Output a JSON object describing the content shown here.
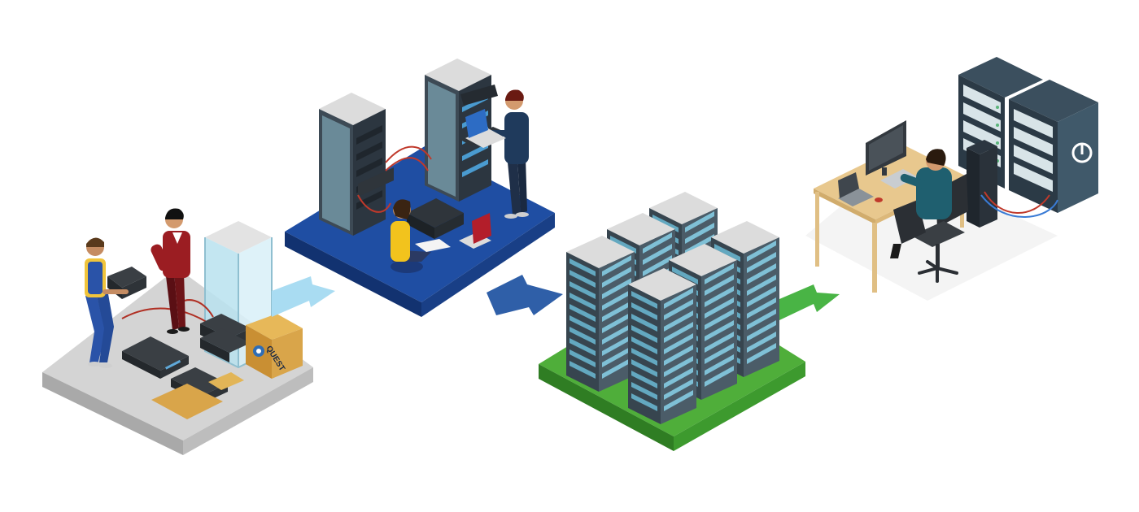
{
  "stages": [
    {
      "key": "unboxing",
      "platform_color": "#cfcfcf"
    },
    {
      "key": "racking",
      "platform_color": "#1f4ea3"
    },
    {
      "key": "deployment",
      "platform_color": "#4fae3a"
    },
    {
      "key": "monitoring",
      "platform_color": "#f4f4f4"
    }
  ],
  "arrows": [
    {
      "from": "unboxing",
      "to": "racking",
      "color": "#a9dcf2"
    },
    {
      "from": "racking",
      "to": "deployment",
      "color": "#2f5fa8"
    },
    {
      "from": "deployment",
      "to": "monitoring",
      "color": "#49b445"
    }
  ],
  "box": {
    "logo_text": "QUEST"
  },
  "colors": {
    "rack_dark": "#37454f",
    "rack_screen": "#63a8c0",
    "rack_top": "#dcdcdc",
    "cable": "#c0392b",
    "cable_blue": "#3a7bd5",
    "desk_wood": "#e8c88e",
    "box_cardboard": "#d9a54a"
  },
  "icons": [
    "server-rack-icon",
    "laptop-icon",
    "monitor-icon",
    "office-chair-icon",
    "logo-q-icon"
  ]
}
